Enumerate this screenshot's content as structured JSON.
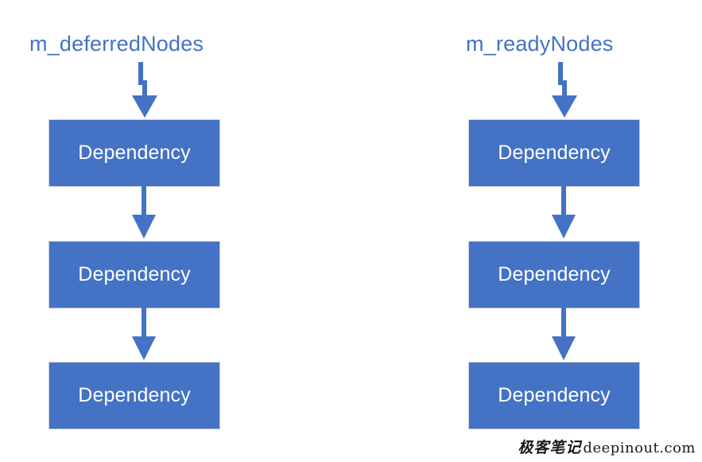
{
  "diagram": {
    "background_color": "#FFFFFF",
    "accent_color": "#4472C4",
    "box_text_color": "#FFFFFF",
    "box_border_color": "#C9CDD4",
    "columns": [
      {
        "id": "deferred",
        "label": "m_deferredNodes",
        "entry_arrow": "down-arrow-jog-icon",
        "nodes": [
          {
            "label": "Dependency"
          },
          {
            "label": "Dependency"
          },
          {
            "label": "Dependency"
          }
        ],
        "connectors": [
          "down-arrow-icon",
          "down-arrow-icon"
        ]
      },
      {
        "id": "ready",
        "label": "m_readyNodes",
        "entry_arrow": "down-arrow-jog-icon",
        "nodes": [
          {
            "label": "Dependency"
          },
          {
            "label": "Dependency"
          },
          {
            "label": "Dependency"
          }
        ],
        "connectors": [
          "down-arrow-icon",
          "down-arrow-icon"
        ]
      }
    ]
  },
  "watermark": {
    "chinese": "极客笔记",
    "site": "deepinout.com"
  }
}
